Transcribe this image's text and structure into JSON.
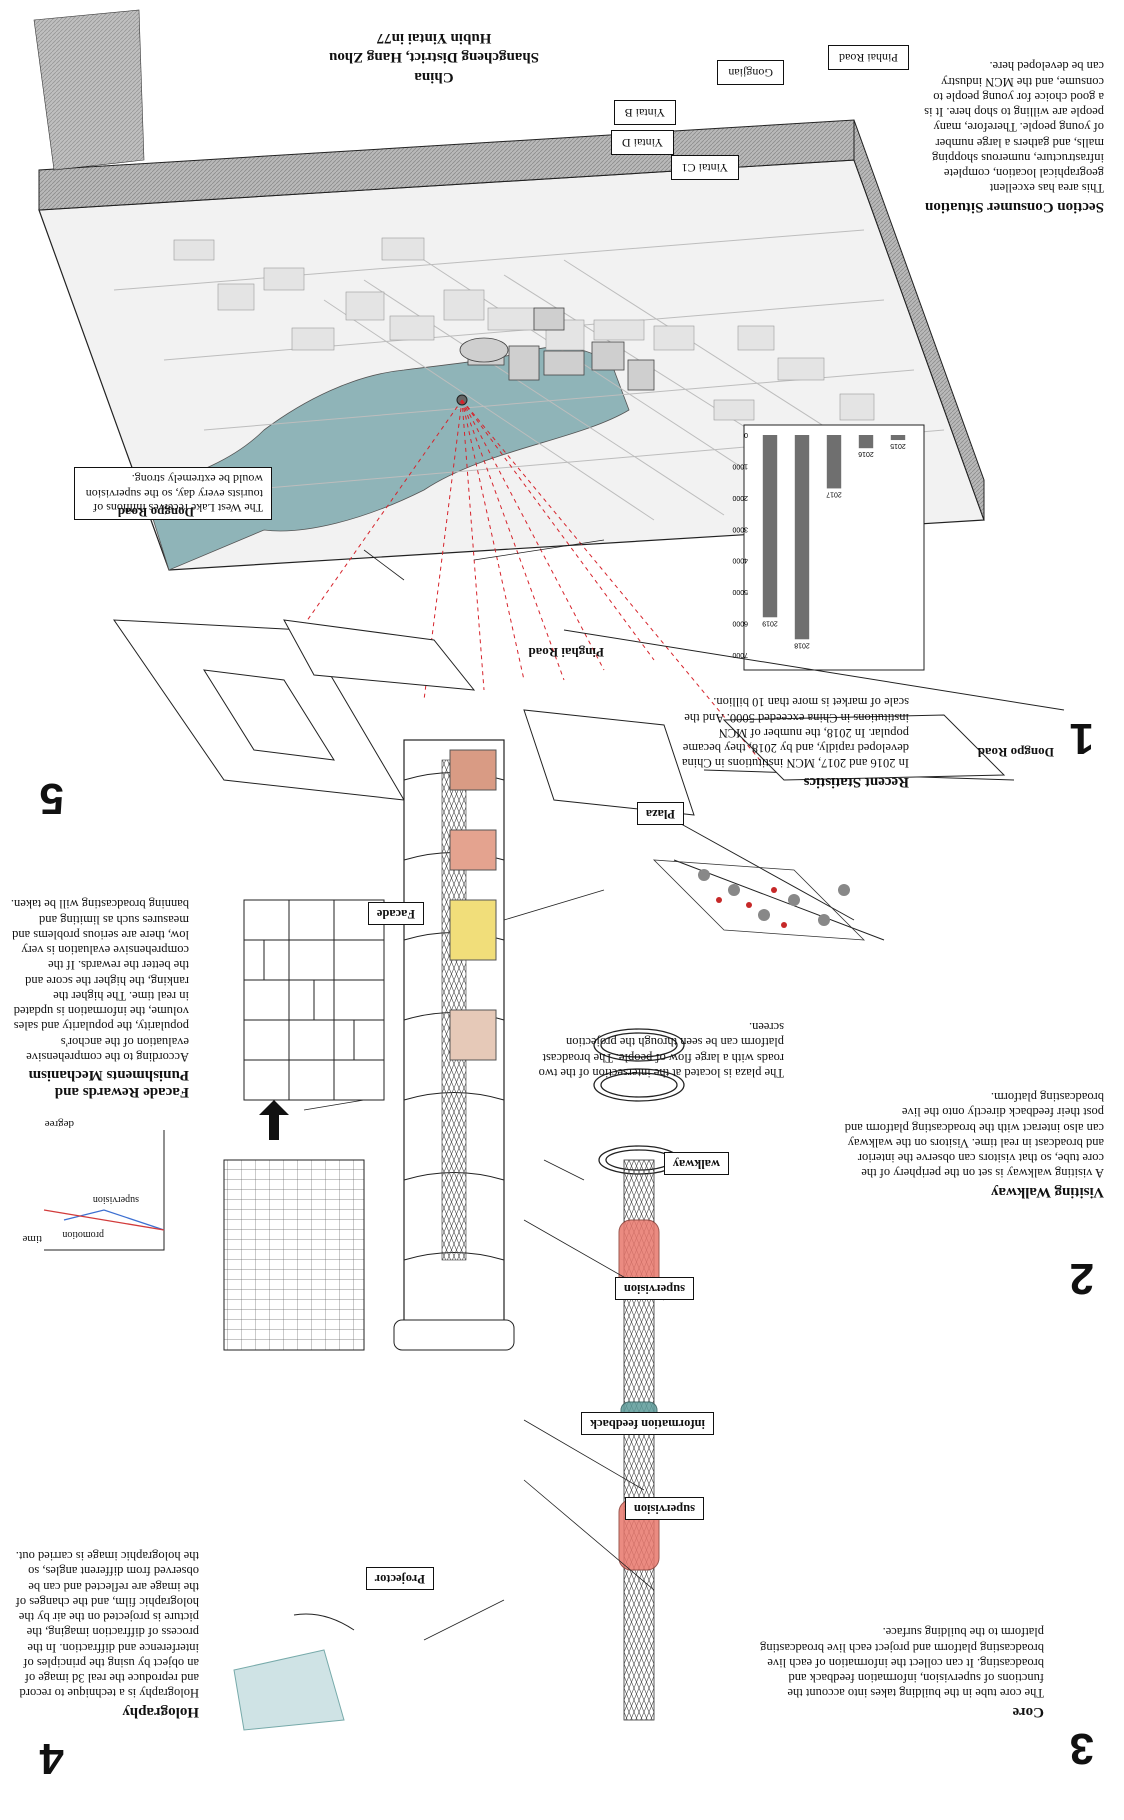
{
  "sheet": {
    "map": {
      "title_lines": [
        "China",
        "Shangcheng District, Hang Zhou",
        "Hubin Yintai in77"
      ],
      "labels": [
        "Pinhai Road",
        "Gongjian",
        "Yintai B",
        "Yintai D",
        "Yintai C1"
      ],
      "west_lake_caption": "The West Lake receives millions of tourists every day, so the supervision would be extremely strong."
    },
    "site_roads": [
      "Dongpo Road",
      "Pinghai Road",
      "Dongpo Road"
    ],
    "section1": {
      "number": "1",
      "consumer_heading": "Section Consumer Situation",
      "consumer_body": "This area has excellent geographical location, complete infrastructure, numerous shopping malls, and gathers a large number of young people. Therefore, many people are willing to shop here. It is a good choice for young people to consume, and the MCN industry can be developed here.",
      "stats_heading": "Recent Statistics",
      "stats_body": "In 2016 and 2017, MCN institutions in China developed rapidly, and by 2018, they became popular. In 2018, the number of MCN institutions in China exceeded 5000. And the scale of market is more than 10 billion."
    },
    "chart_data": {
      "type": "bar",
      "categories": [
        "2015",
        "2016",
        "2017",
        "2018",
        "2019"
      ],
      "values": [
        160,
        420,
        1700,
        6500,
        5800
      ],
      "y_ticks": [
        "0",
        "1000",
        "2000",
        "3000",
        "4000",
        "5000",
        "6000",
        "7000"
      ],
      "ylim": [
        0,
        7000
      ]
    },
    "section2": {
      "number": "2",
      "heading": "Visiting Walkway",
      "body": "A visiting walkway is set on the periphery of the core tube, so that visitors can observe the interior and broadcast in real time. Visitors on the walkway can also interact with the broadcasting platform and post their feedback directly onto the live broadcasting platform.",
      "plaza_body": "The plaza is located at the intersection of the two roads with a large flow of people. The broadcast platform can be seen through the projection screen."
    },
    "section3": {
      "number": "3",
      "heading": "Core",
      "body": "The core tube in the building takes into account the functions of supervision, information feedback and broadcasting. It can collect the information of each live broadcasting platform and project each live broadcasting platform to the building surface."
    },
    "section4": {
      "number": "4",
      "heading": "Holography",
      "body": "Holography is a technique to record and reproduce the real 3d image of an object by using the principles of interference and diffraction. In the process of diffraction imaging, the picture is projected on the air by the holographic film, and the changes of the image are reflected and can be observed from different angles, so the holographic image is carried out."
    },
    "section5": {
      "number": "5",
      "heading": "Facade Rewards and Punishments Mechanism",
      "body": "According to the comprehensive evaluation of the anchor's popularity, the popularity and sales volume, the information is updated in real time. The higher the ranking, the higher the score and the better the rewards. If the comprehensive evaluation is very low, there are serious problems and measures such as limiting and banning broadcasting will be taken."
    },
    "graph": {
      "y_label": "degree",
      "x_label": "time",
      "series": [
        "supervision",
        "promotion"
      ]
    },
    "tags": {
      "facade": "Facade",
      "walkway": "walkway",
      "plaza": "Plaza",
      "supervision_top": "supervision",
      "information_feedback": "information feedback",
      "supervision_bottom": "supervision",
      "projector": "Projector"
    },
    "colors": {
      "lake": "#8fb4b8",
      "sight_lines": "#d6242c",
      "core_highlight": "#e8776c",
      "core_band": "#5c9b99",
      "map_frame": "#9a9a9a"
    }
  }
}
